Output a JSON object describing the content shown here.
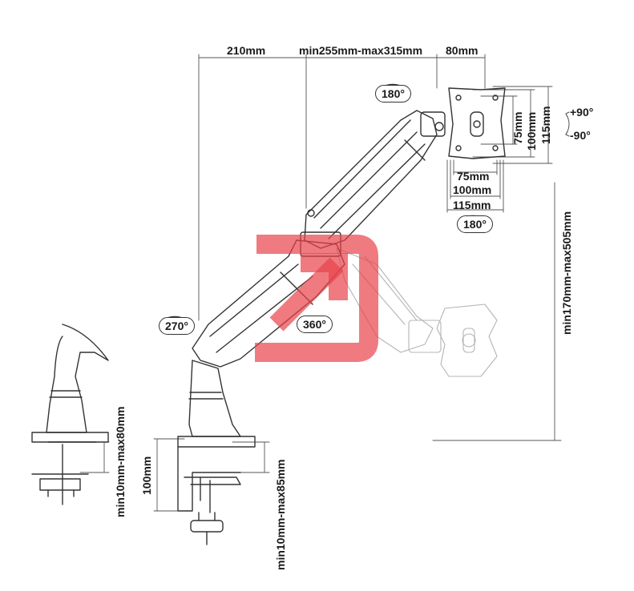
{
  "dimensions": {
    "arm_reach": "210mm",
    "arm_extension": "min255mm-max315mm",
    "head_offset": "80mm",
    "height_range": "min170mm-max505mm",
    "clamp_height": "100mm",
    "clamp_range": "min10mm-max85mm",
    "grommet_range": "min10mm-max80mm",
    "vesa_h_75": "75mm",
    "vesa_h_100": "100mm",
    "vesa_h_115": "115mm",
    "vesa_v_75": "75mm",
    "vesa_v_100": "100mm",
    "vesa_v_115": "115mm"
  },
  "rotations": {
    "head_swivel": "180°",
    "screen_rotation": "180°",
    "base_rotation": "270°",
    "arm_rotation": "360°",
    "tilt_up": "+90°",
    "tilt_down": "-90°"
  },
  "colors": {
    "line": "#333333",
    "faint_line": "#b5b5b5",
    "watermark": "#e8434a"
  },
  "watermark_icon": "arrow-into-box-logo"
}
